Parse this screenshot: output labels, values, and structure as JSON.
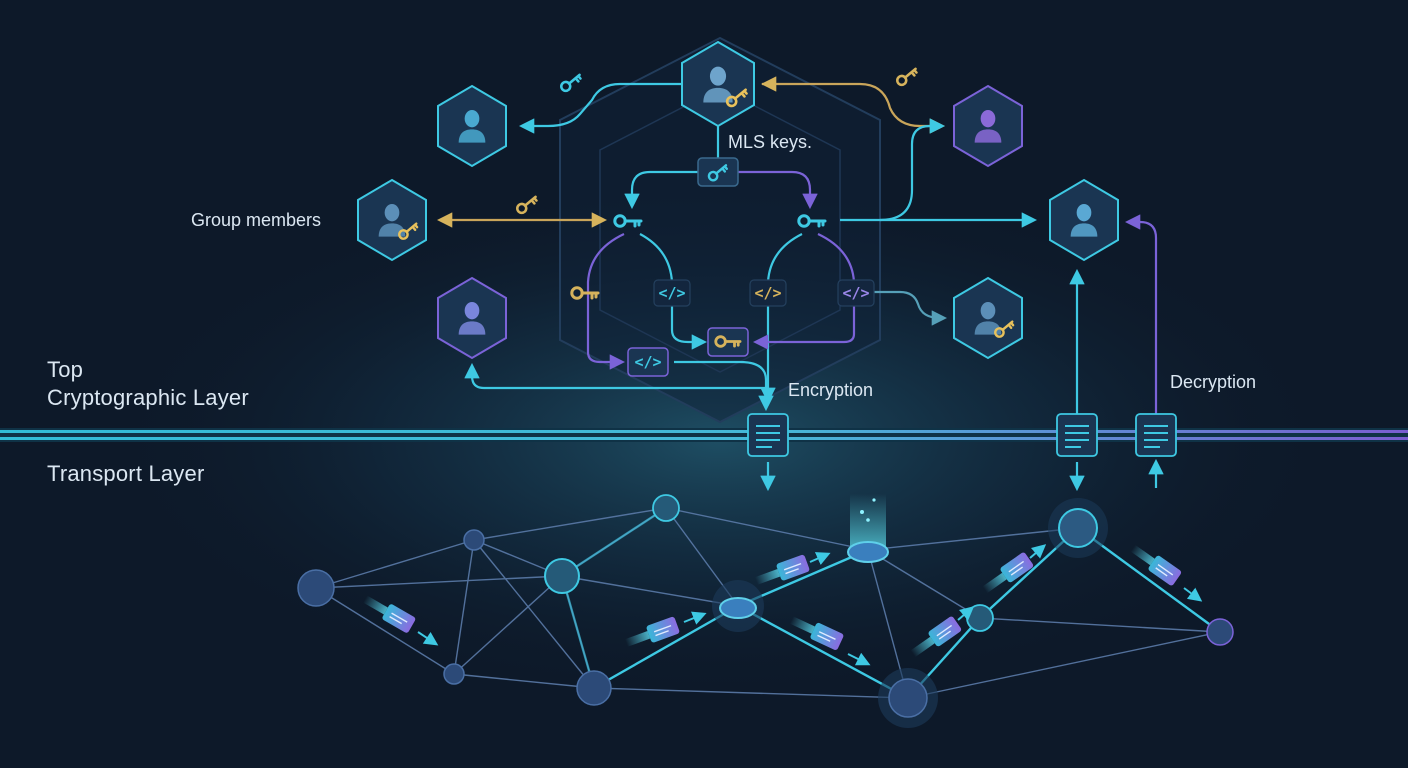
{
  "labels": {
    "group_members": "Group members",
    "mls_keys": "MLS keys.",
    "encryption": "Encryption",
    "decryption": "Decryption",
    "top_layer_line1": "Top",
    "top_layer_line2": "Cryptographic Layer",
    "transport_layer": "Transport Layer"
  },
  "colors": {
    "background": "#0d1929",
    "cyan": "#3ec9e3",
    "purple": "#7b63d8",
    "gold": "#d6b35c",
    "member_tile": "#1a3552",
    "network_line": "#5a7aa8",
    "network_node": "#2c4a78"
  },
  "icons": {
    "member": "person-avatar-icon",
    "key": "key-icon",
    "code": "code-brackets-icon",
    "document": "document-icon",
    "packet": "data-packet-icon"
  }
}
